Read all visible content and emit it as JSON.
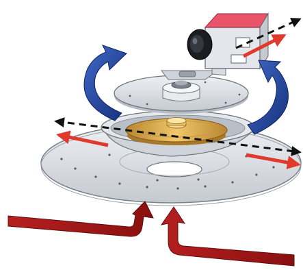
{
  "figure": {
    "kind": "exploded mechanical assembly with motion arrows",
    "parts": [
      "camera-head",
      "camera-bracket",
      "upper-plate",
      "center-hub",
      "gold-rotor-disk",
      "rotor-housing",
      "base-plate"
    ],
    "arrows": [
      "rotation-arrow-left",
      "rotation-arrow-right",
      "airflow-arrow-left",
      "airflow-arrow-right",
      "translation-arrow-base-left",
      "translation-arrow-base-right",
      "translation-arrow-camera"
    ]
  },
  "colors": {
    "blue_arrow": "#1a3a8c",
    "blue_arrow_highlight": "#4169c8",
    "red_arrow": "#e03a2c",
    "dark_red_arrow": "#a01818",
    "plate_fill": "#d9dde3",
    "plate_edge": "#7a7f88",
    "gold": "#d9a94a",
    "gold_dark": "#a9782a",
    "camera_pink": "#e8556a",
    "black_dash": "#111111"
  }
}
